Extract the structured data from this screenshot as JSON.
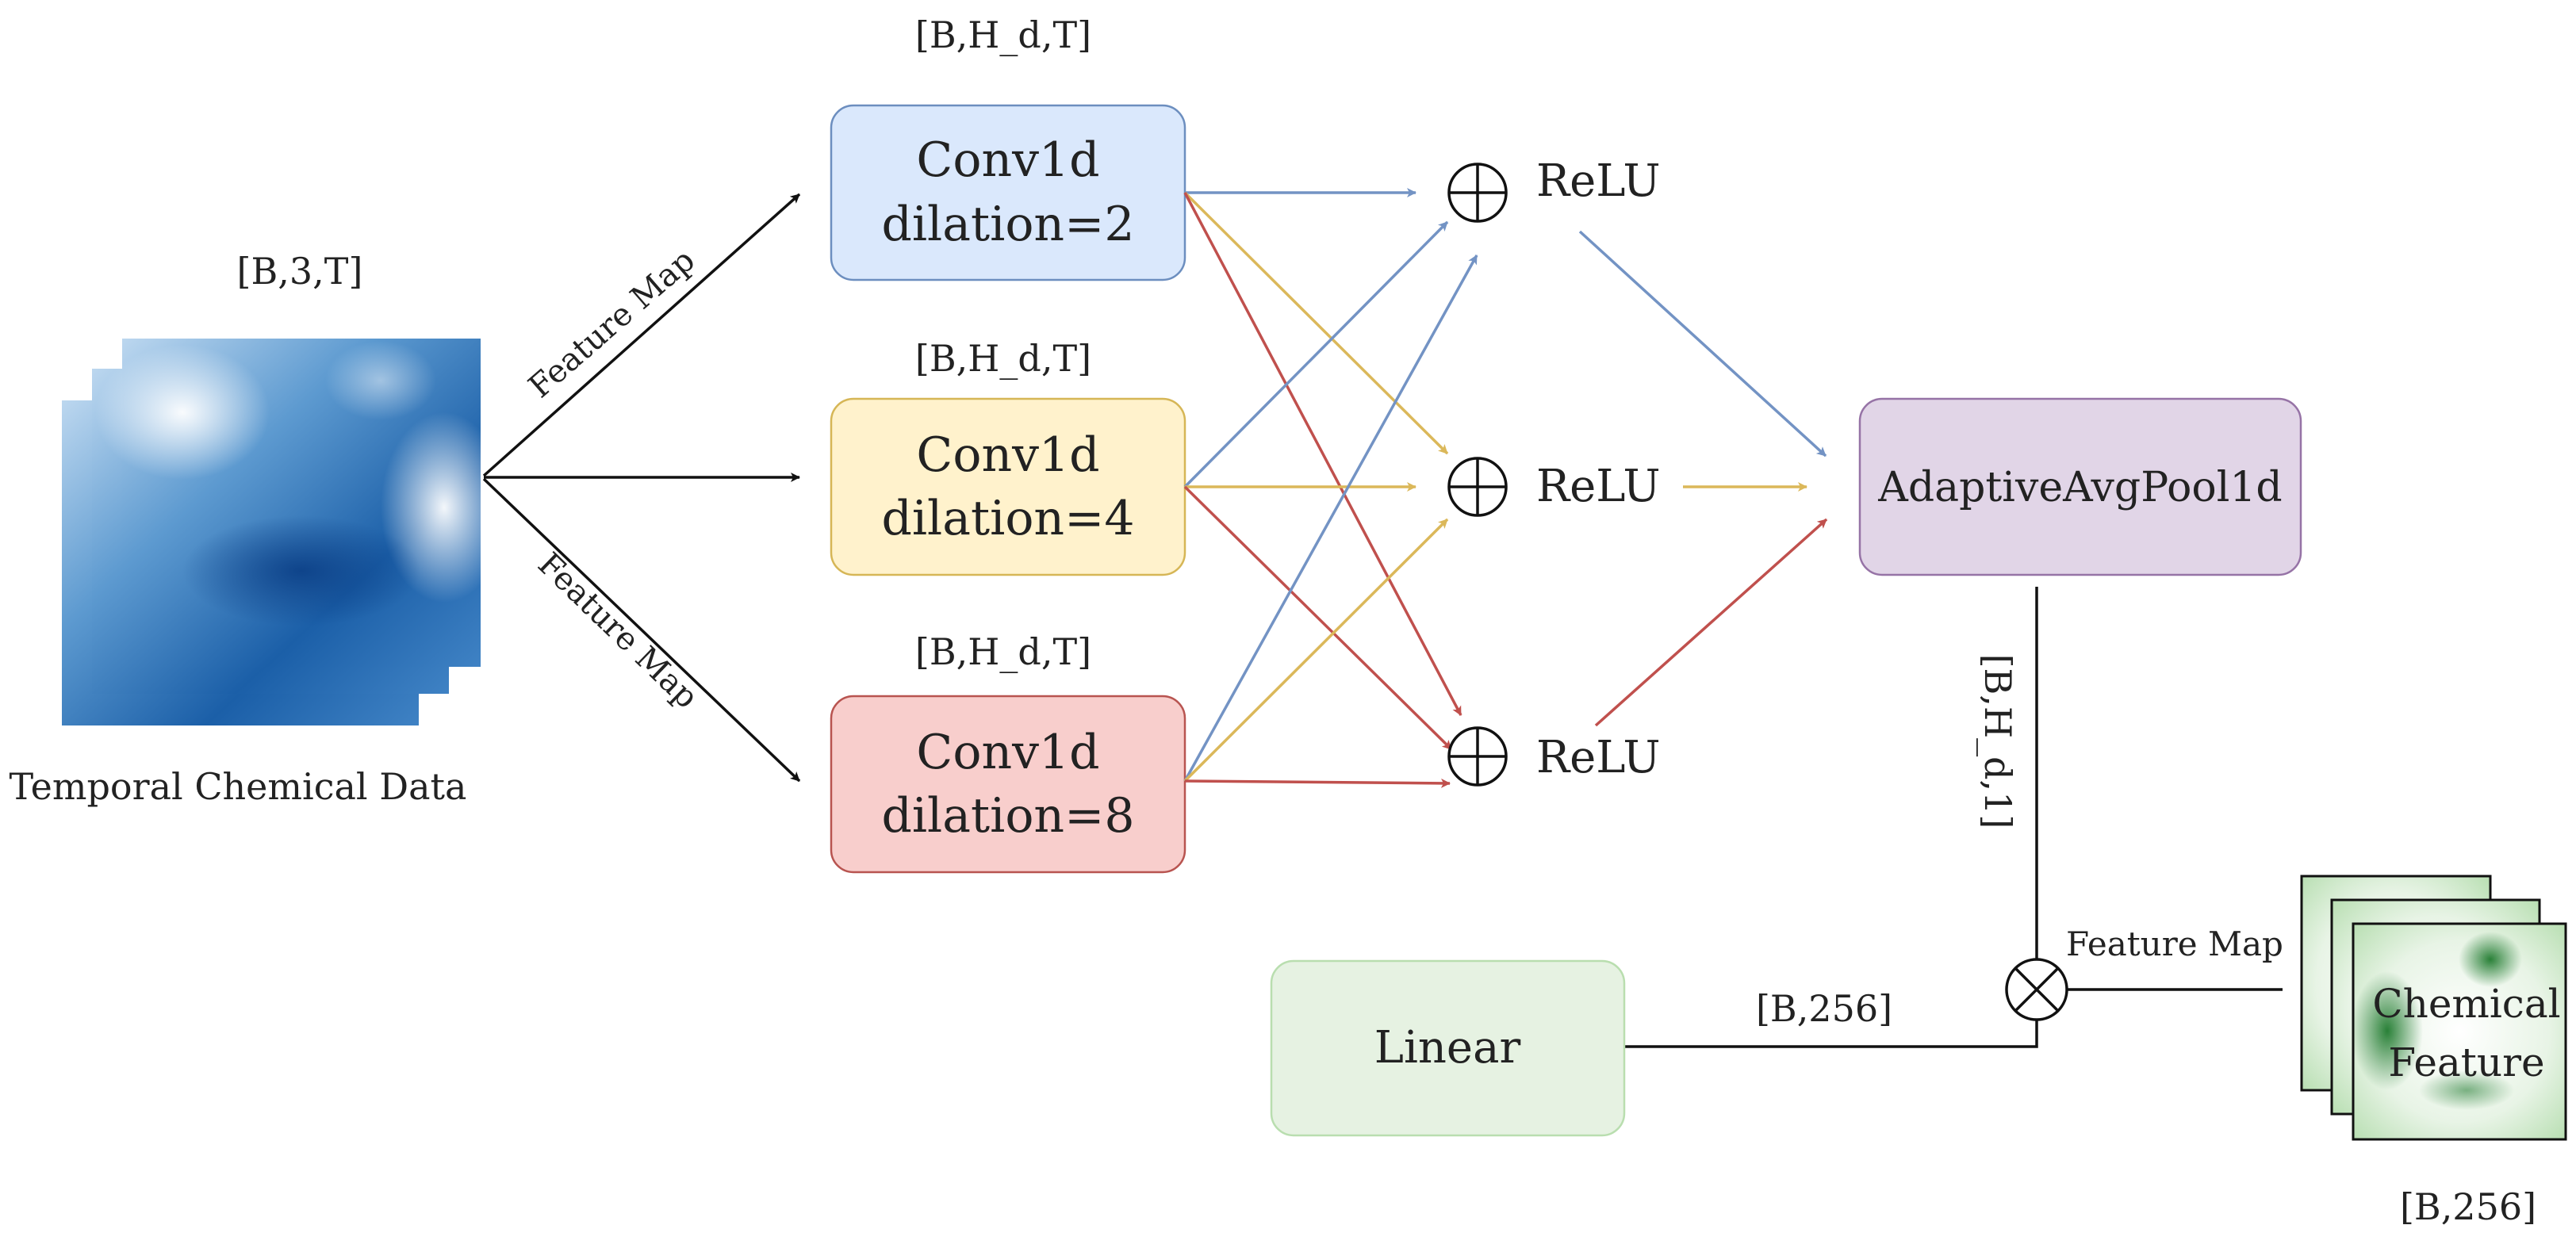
{
  "input": {
    "shape": "[B,3,T]",
    "caption": "Temporal Chemical Data"
  },
  "edges": {
    "upper_label": "Feature Map",
    "lower_label": "Feature Map",
    "output_label": "Feature Map"
  },
  "convs": [
    {
      "shape": "[B,H_d,T]",
      "line1": "Conv1d",
      "line2": "dilation=2",
      "fill": "#dae8fc",
      "stroke": "#6c8ebf",
      "arrow": "#7393c4"
    },
    {
      "shape": "[B,H_d,T]",
      "line1": "Conv1d",
      "line2": "dilation=4",
      "fill": "#fff2cc",
      "stroke": "#d6b656",
      "arrow": "#dbb85a"
    },
    {
      "shape": "[B,H_d,T]",
      "line1": "Conv1d",
      "line2": "dilation=8",
      "fill": "#f8cecc",
      "stroke": "#b85450",
      "arrow": "#c0504d"
    }
  ],
  "relu_labels": [
    "ReLU",
    "ReLU",
    "ReLU"
  ],
  "pool": {
    "label": "AdaptiveAvgPool1d",
    "fill": "#e1d5e7",
    "stroke": "#9673a6"
  },
  "pool_out_shape": "[B,H_d,1]",
  "linear": {
    "label": "Linear",
    "fill": "#e6f2e2",
    "stroke": "#b9deaf",
    "out_shape": "[B,256]"
  },
  "output": {
    "caption_line1": "Chemical",
    "caption_line2": "Feature",
    "shape": "[B,256]"
  }
}
